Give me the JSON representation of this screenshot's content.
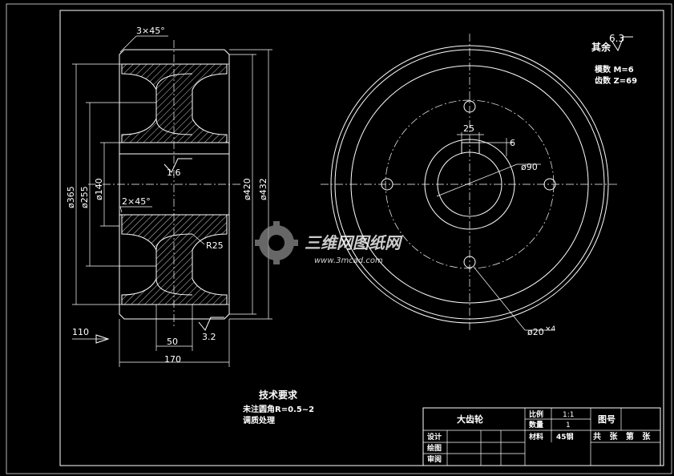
{
  "notes": {
    "title": "技术要求",
    "line1": "未注圆角R=0.5~2",
    "line2": "调质处理"
  },
  "roughness": {
    "general_prefix": "其余",
    "general_value": "6.3",
    "bore": "1.6",
    "face": "3.2"
  },
  "gear_params": {
    "module": "模数 M=6",
    "teeth": "齿数 Z=69"
  },
  "section_dims": {
    "chamfer_top": "3×45°",
    "chamfer_bore": "2×45°",
    "d365": "ø365",
    "d255": "ø255",
    "d140": "ø140",
    "d420": "ø420",
    "d432": "ø432",
    "r25": "R25",
    "hub_width": "50",
    "total_width": "170",
    "runout": "110"
  },
  "face_dims": {
    "keyway_width": "25",
    "keyway_depth": "6",
    "bore": "ø90",
    "holes": "ø20",
    "holes_count": "×4"
  },
  "title_block": {
    "part_name": "大齿轮",
    "scale_label": "比例",
    "scale_value": "1:1",
    "qty_label": "数量",
    "qty_value": "1",
    "material_label": "材料",
    "material_value": "45钢",
    "drawing_no_label": "图号",
    "sheets": "共   张   第   张",
    "design": "设计",
    "drafting": "绘图",
    "review": "审阅"
  },
  "watermark": {
    "brand": "三维网图纸网",
    "url": "www.3mcad.com"
  }
}
